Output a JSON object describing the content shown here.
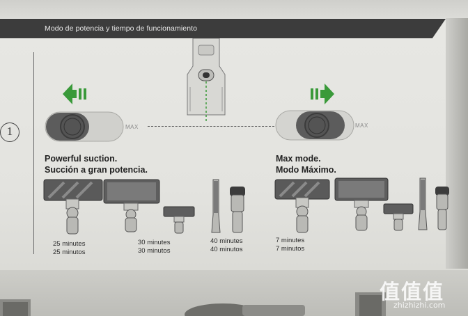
{
  "header": {
    "title": "Modo de potencia y tiempo de funcionamiento"
  },
  "step_number": "1",
  "switch_label": "MAX",
  "modes": [
    {
      "title_en": "Powerful suction.",
      "title_es": "Succión a gran potencia.",
      "times": [
        {
          "en": "25 minutes",
          "es": "25 minutos"
        },
        {
          "en": "30 minutes",
          "es": "30 minutos"
        },
        {
          "en": "40 minutes",
          "es": "40 minutos"
        }
      ]
    },
    {
      "title_en": "Max mode.",
      "title_es": "Modo Máximo.",
      "times": [
        {
          "en": "7 minutes",
          "es": "7 minutos"
        }
      ]
    }
  ],
  "watermark": {
    "text": "值值值",
    "url": "zhizhizhi.com"
  },
  "colors": {
    "arrow_green": "#3a9a3a",
    "header_bg": "#3c3c3c"
  }
}
